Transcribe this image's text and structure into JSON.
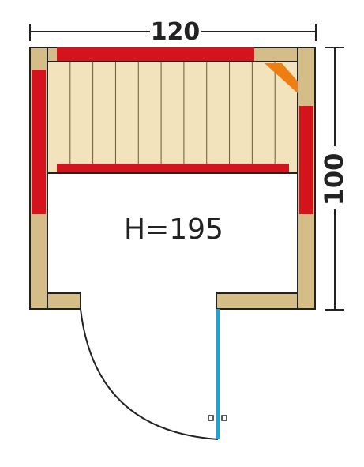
{
  "dimensions": {
    "width_label": "120",
    "depth_label": "100",
    "height_label": "H=195"
  },
  "colors": {
    "wood": "#d4bd86",
    "bench_slat": "#f2e3bd",
    "heater": "#d4141c",
    "corner_heater": "#ee7d12",
    "glass_door": "#1ca5d8",
    "outline": "#222222"
  }
}
